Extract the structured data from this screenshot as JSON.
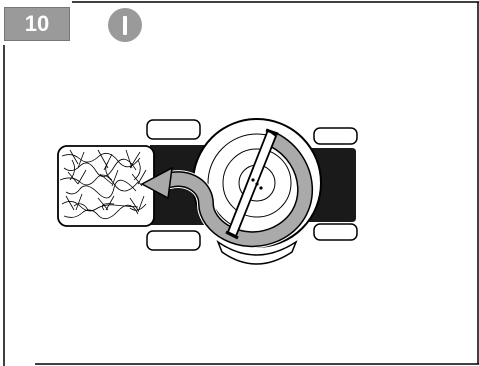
{
  "page": {
    "number": "10",
    "step_icon": "roman-numeral-one-badge"
  },
  "illustration": {
    "subject": "mower-mulching-blade-top-view",
    "icons": [
      "clipping-collector-icon",
      "rotating-blade-icon",
      "airflow-arrow-icon",
      "wheel-icon"
    ],
    "colors": {
      "badge_gray": "#9a9a9a",
      "body_black": "#1a1a1a",
      "arrow_gray": "#aaaaaa",
      "line": "#000000"
    }
  }
}
